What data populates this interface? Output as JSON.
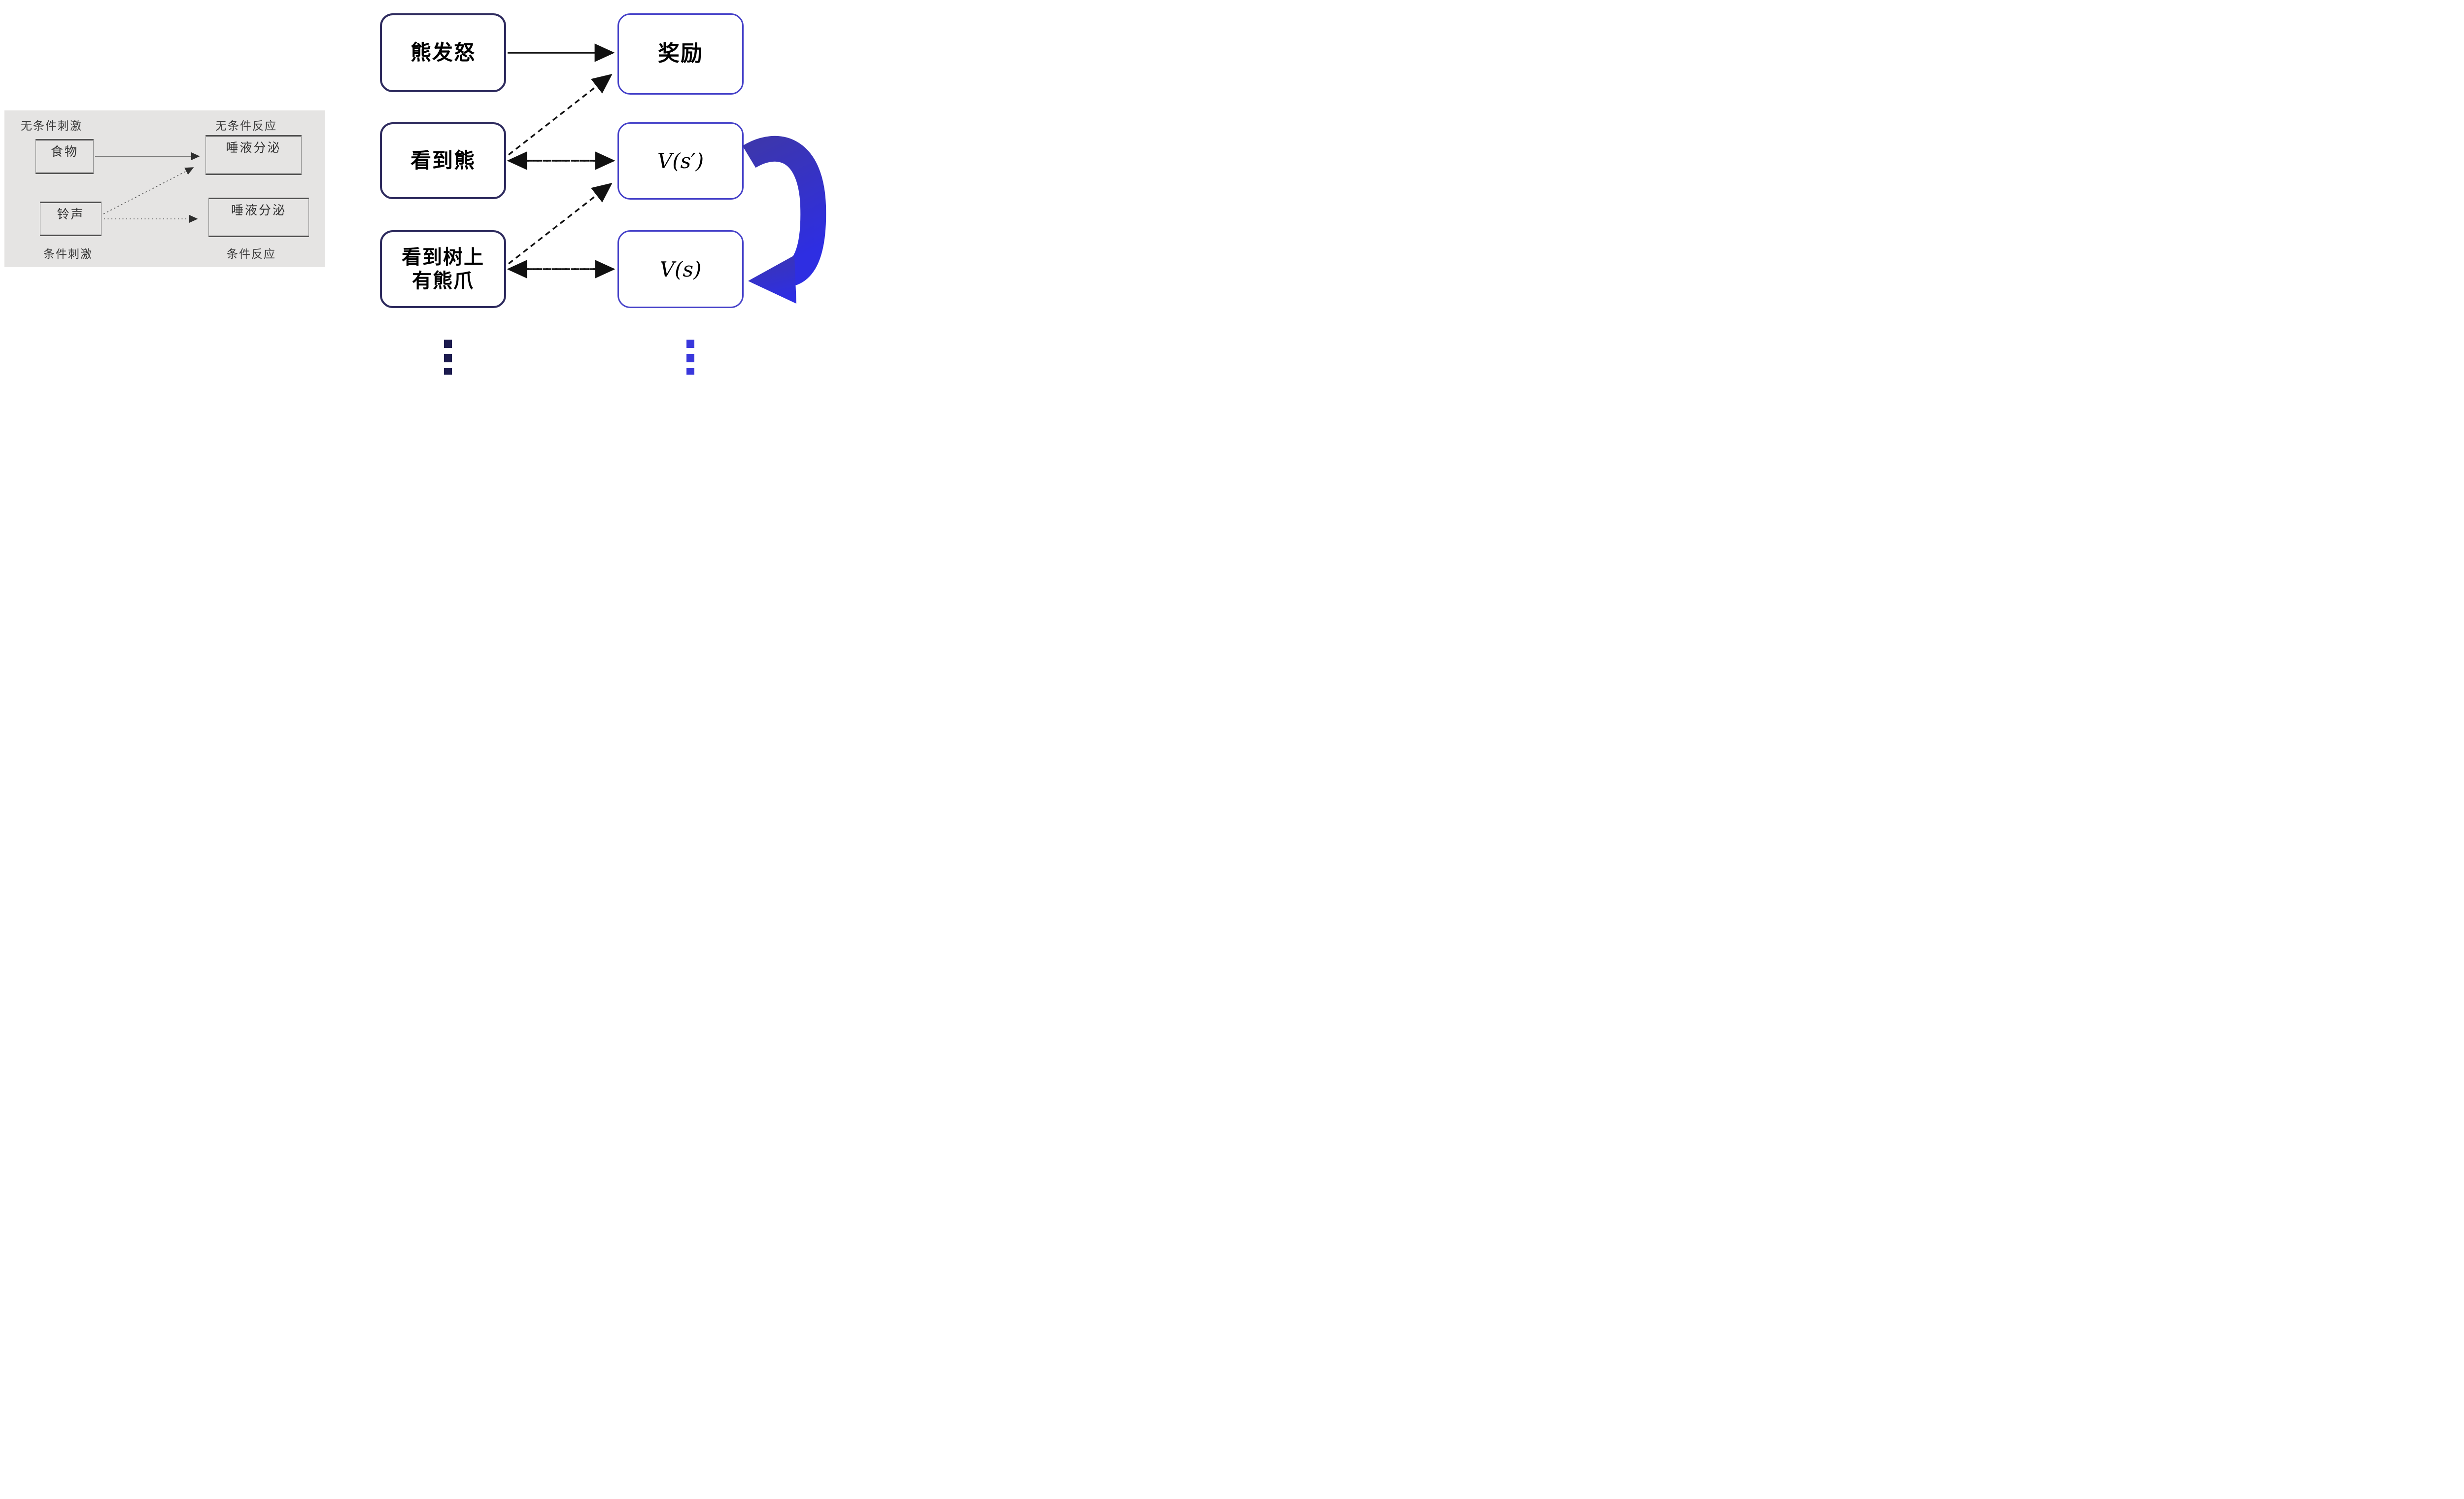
{
  "left_panel": {
    "label_unconditioned_stimulus": "无条件刺激",
    "label_unconditioned_response": "无条件反应",
    "label_conditioned_stimulus": "条件刺激",
    "label_conditioned_response": "条件反应",
    "box_food": "食物",
    "box_bell": "铃声",
    "box_salivation_top": "唾液分泌",
    "box_salivation_bottom": "唾液分泌"
  },
  "right_diagram": {
    "box_bear_angry": "熊发怒",
    "box_reward": "奖励",
    "box_see_bear": "看到熊",
    "box_value_next": "V(s′)",
    "box_see_claw_line1": "看到树上",
    "box_see_claw_line2": "有熊爪",
    "box_value_current": "V(s)"
  },
  "colors": {
    "panel_background": "#e5e4e3",
    "left_box_border": "#4f4f4f",
    "left_text": "#3b3b3b",
    "navy_box_border": "#2e2b5e",
    "blue_box_border": "#4743c9",
    "connector_black": "#111111",
    "curved_arrow_top": "#3c36ae",
    "curved_arrow_bottom": "#2e2ee2",
    "ellipsis_left": "#1c1b4e",
    "ellipsis_right": "#3937dc"
  }
}
